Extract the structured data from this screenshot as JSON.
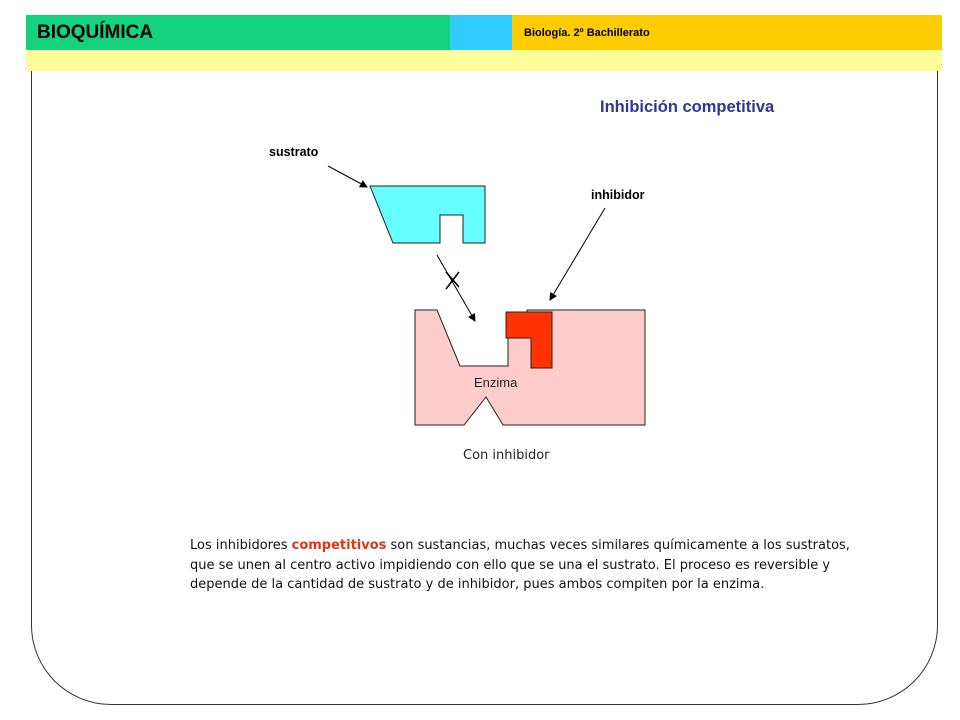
{
  "header": {
    "subject": "BIOQUÍMICA",
    "course": "Biología. 2º Bachillerato"
  },
  "diagram": {
    "title": "Inhibición competitiva",
    "labels": {
      "substrate": "sustrato",
      "inhibitor": "inhibidor",
      "enzyme": "Enzima"
    },
    "caption": "Con inhibidor",
    "blocked_mark": "✕"
  },
  "description": {
    "before": "Los inhibidores ",
    "highlight": "competitivos",
    "after": " son sustancias, muchas veces similares químicamente a los sustratos, que se unen al centro activo impidiendo con ello que se una el sustrato. El proceso es reversible y depende de la cantidad de sustrato y de inhibidor, pues ambos compiten por la enzima."
  },
  "colors": {
    "header_green": "#13d37e",
    "header_blue": "#33ccff",
    "header_yellow": "#ffcc00",
    "header_light": "#ffff99",
    "title": "#333399",
    "substrate": "#66ffff",
    "inhibitor": "#ff3300",
    "enzyme": "#ffcccc",
    "highlight": "#e63312"
  }
}
